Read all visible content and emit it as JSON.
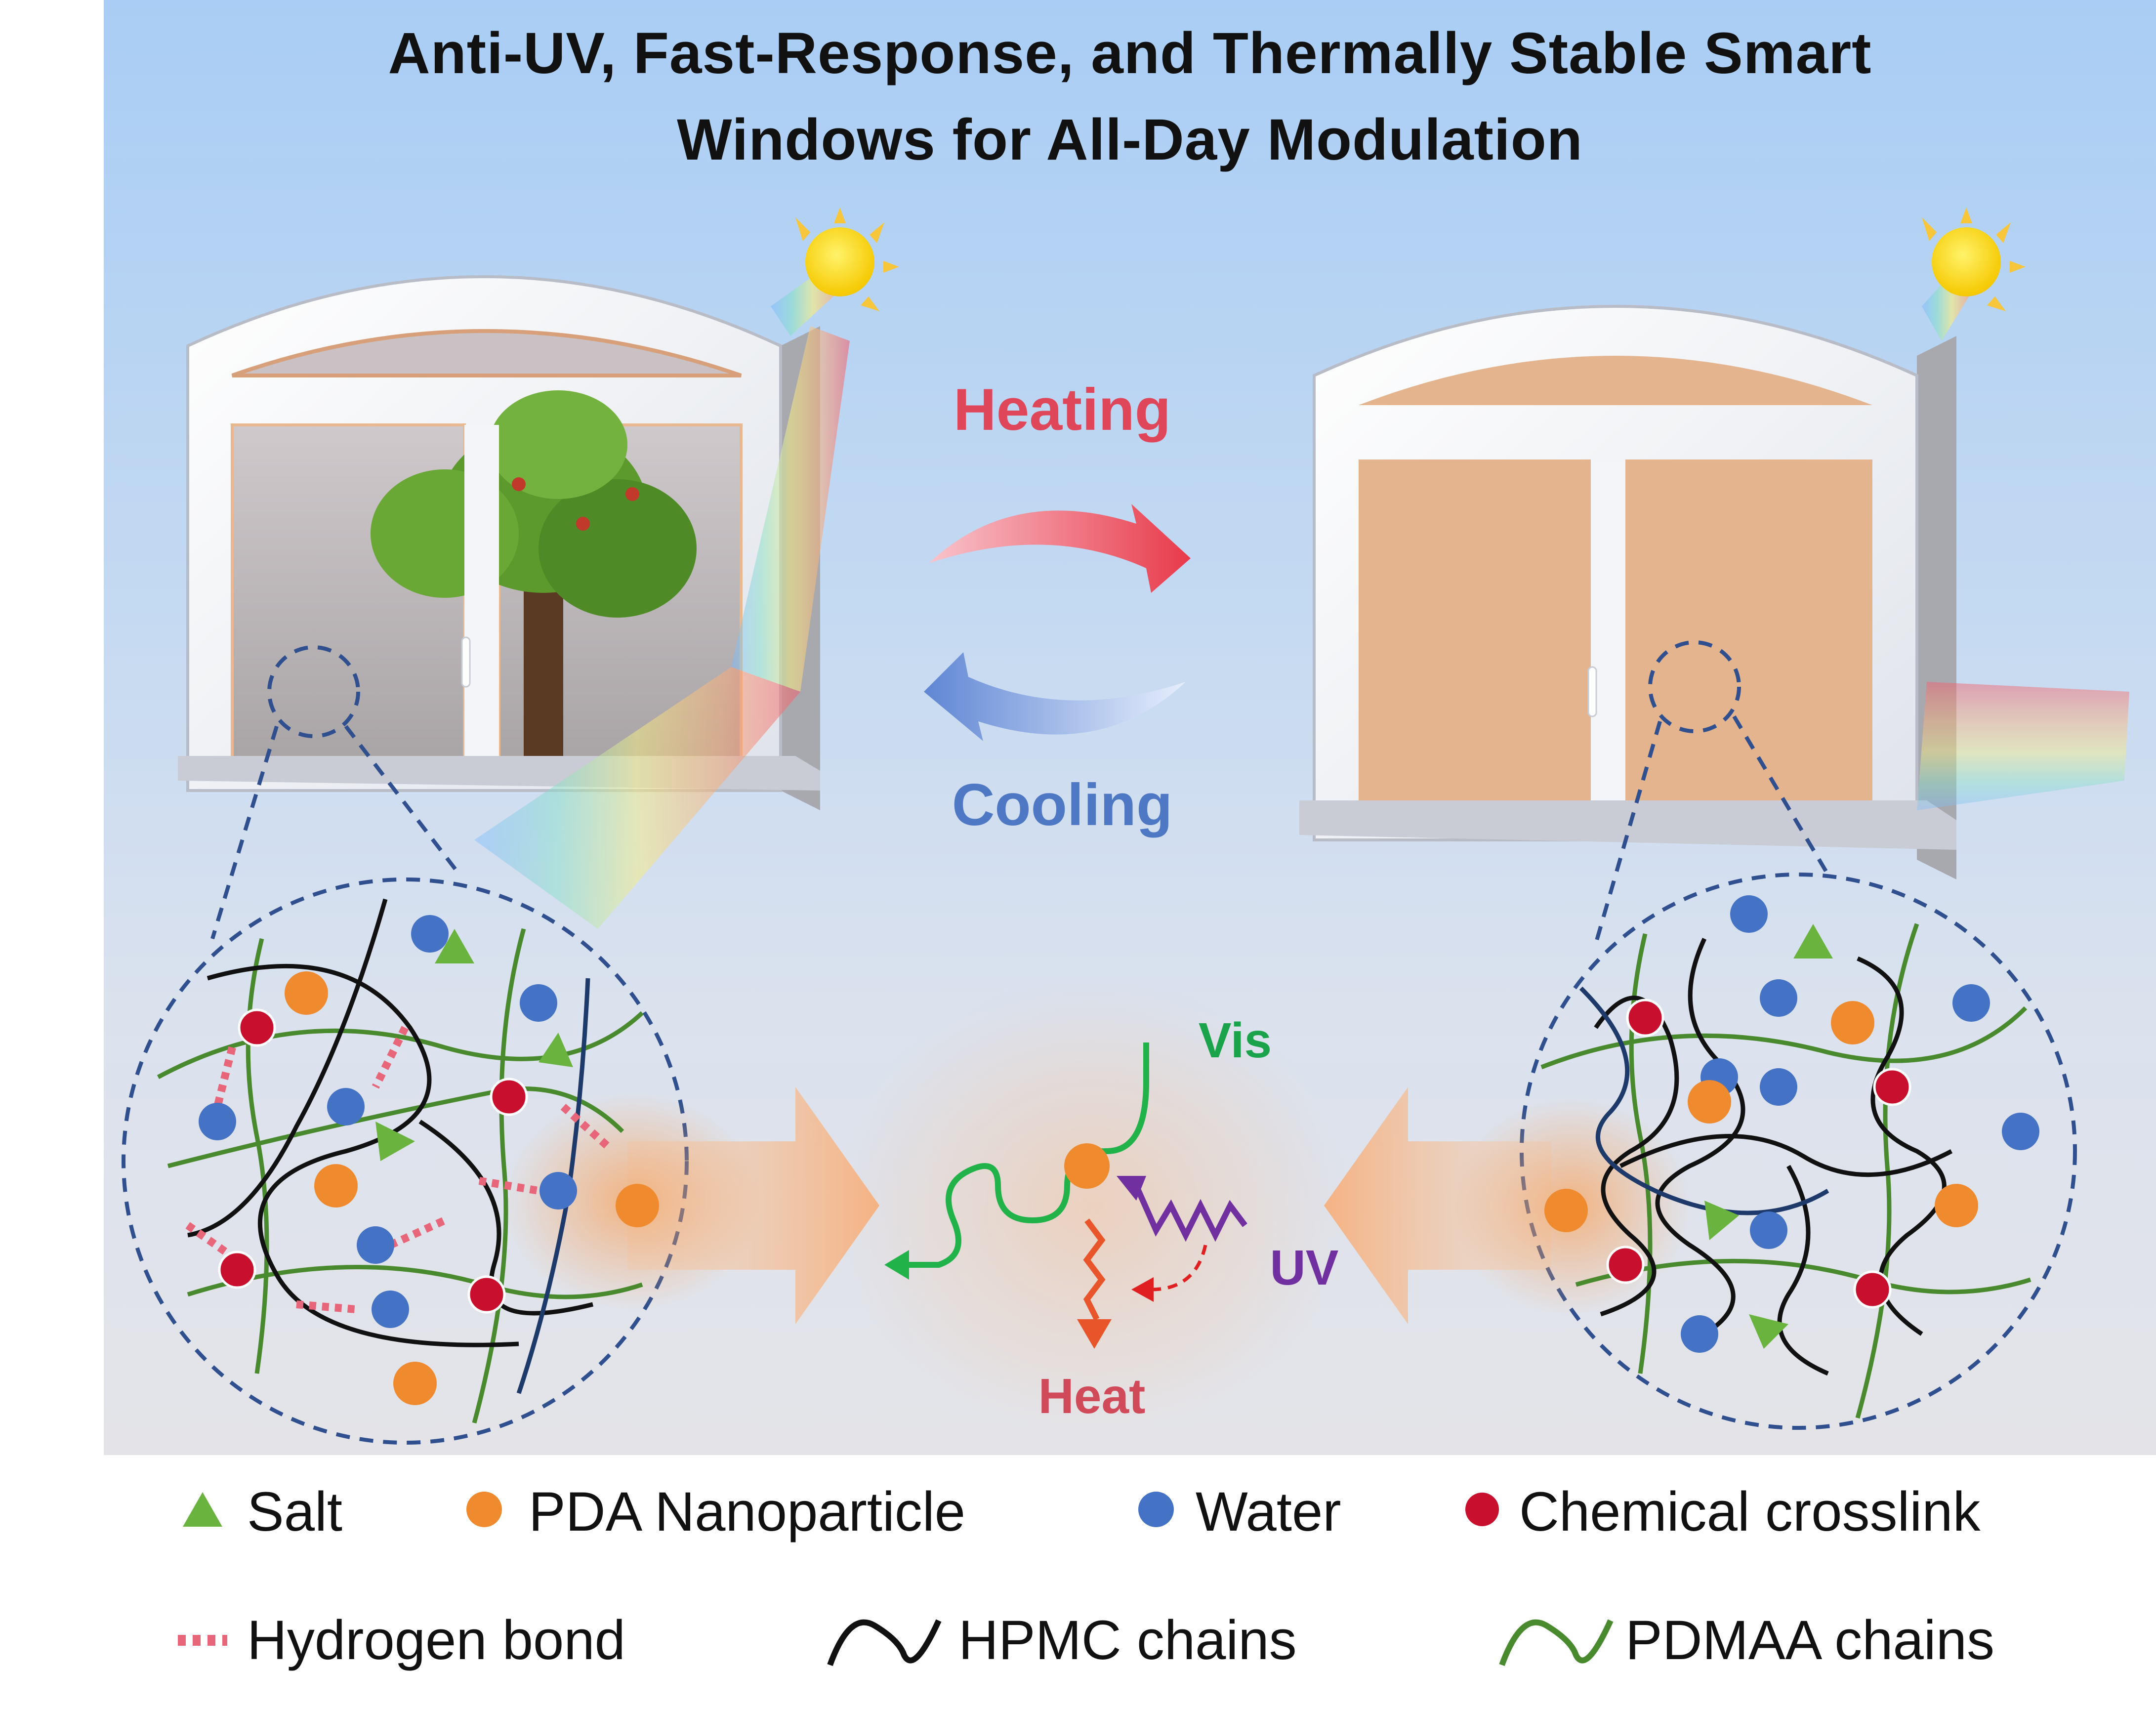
{
  "title": {
    "line1": "Anti-UV, Fast-Response, and Thermally Stable Smart",
    "line2": "Windows for All-Day Modulation"
  },
  "transition": {
    "heating_label": "Heating",
    "cooling_label": "Cooling"
  },
  "mechanism": {
    "vis_label": "Vis",
    "uv_label": "UV",
    "heat_label": "Heat"
  },
  "legend": {
    "salt": "Salt",
    "pda": "PDA Nanoparticle",
    "water": "Water",
    "crosslink": "Chemical crosslink",
    "hbond": "Hydrogen bond",
    "hpmc": "HPMC chains",
    "pdmaa": "PDMAA chains"
  },
  "colors": {
    "salt": "#6ab33f",
    "pda": "#ef8a2f",
    "water": "#4472c4",
    "crosslink": "#c8102e",
    "hbond": "#e8667a",
    "hpmc": "#111111",
    "pdmaa": "#4a8a2e",
    "heating_text": "#e0465a",
    "cooling_text": "#4f78c4",
    "vis_text": "#1aa34a",
    "uv_text": "#7030a0",
    "heat_text": "#d04a5a",
    "tinted_glass": "#e4b48e"
  }
}
